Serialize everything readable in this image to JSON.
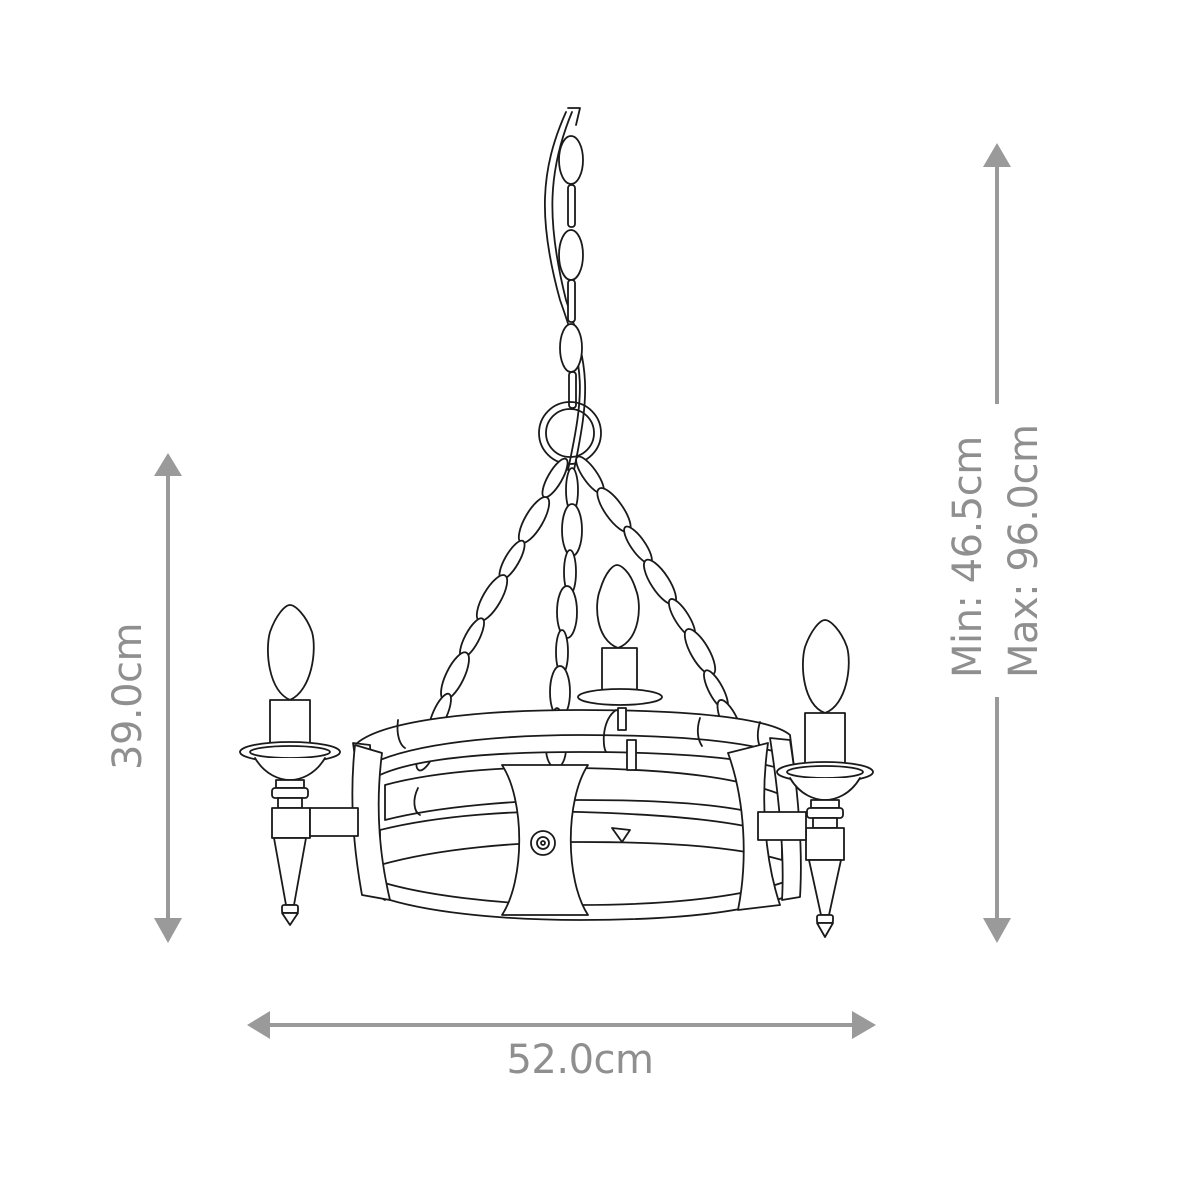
{
  "diagram": {
    "subject": "3-light candle chandelier with chain suspension and banded ring frame",
    "colors": {
      "dimension": "#8f8f8f",
      "line_art": "#1a1a1a",
      "background": "#ffffff"
    },
    "dimensions": {
      "width": {
        "label": "52.0cm"
      },
      "height": {
        "label": "39.0cm"
      },
      "drop": {
        "min_label": "Min: 46.5cm",
        "max_label": "Max: 96.0cm"
      }
    },
    "parts": [
      "suspension-chain",
      "suspension-ring",
      "support-chains",
      "candle-bulb-left",
      "candle-bulb-center",
      "candle-bulb-right",
      "ring-frame",
      "frame-strap-front",
      "finial-left",
      "finial-right"
    ]
  }
}
